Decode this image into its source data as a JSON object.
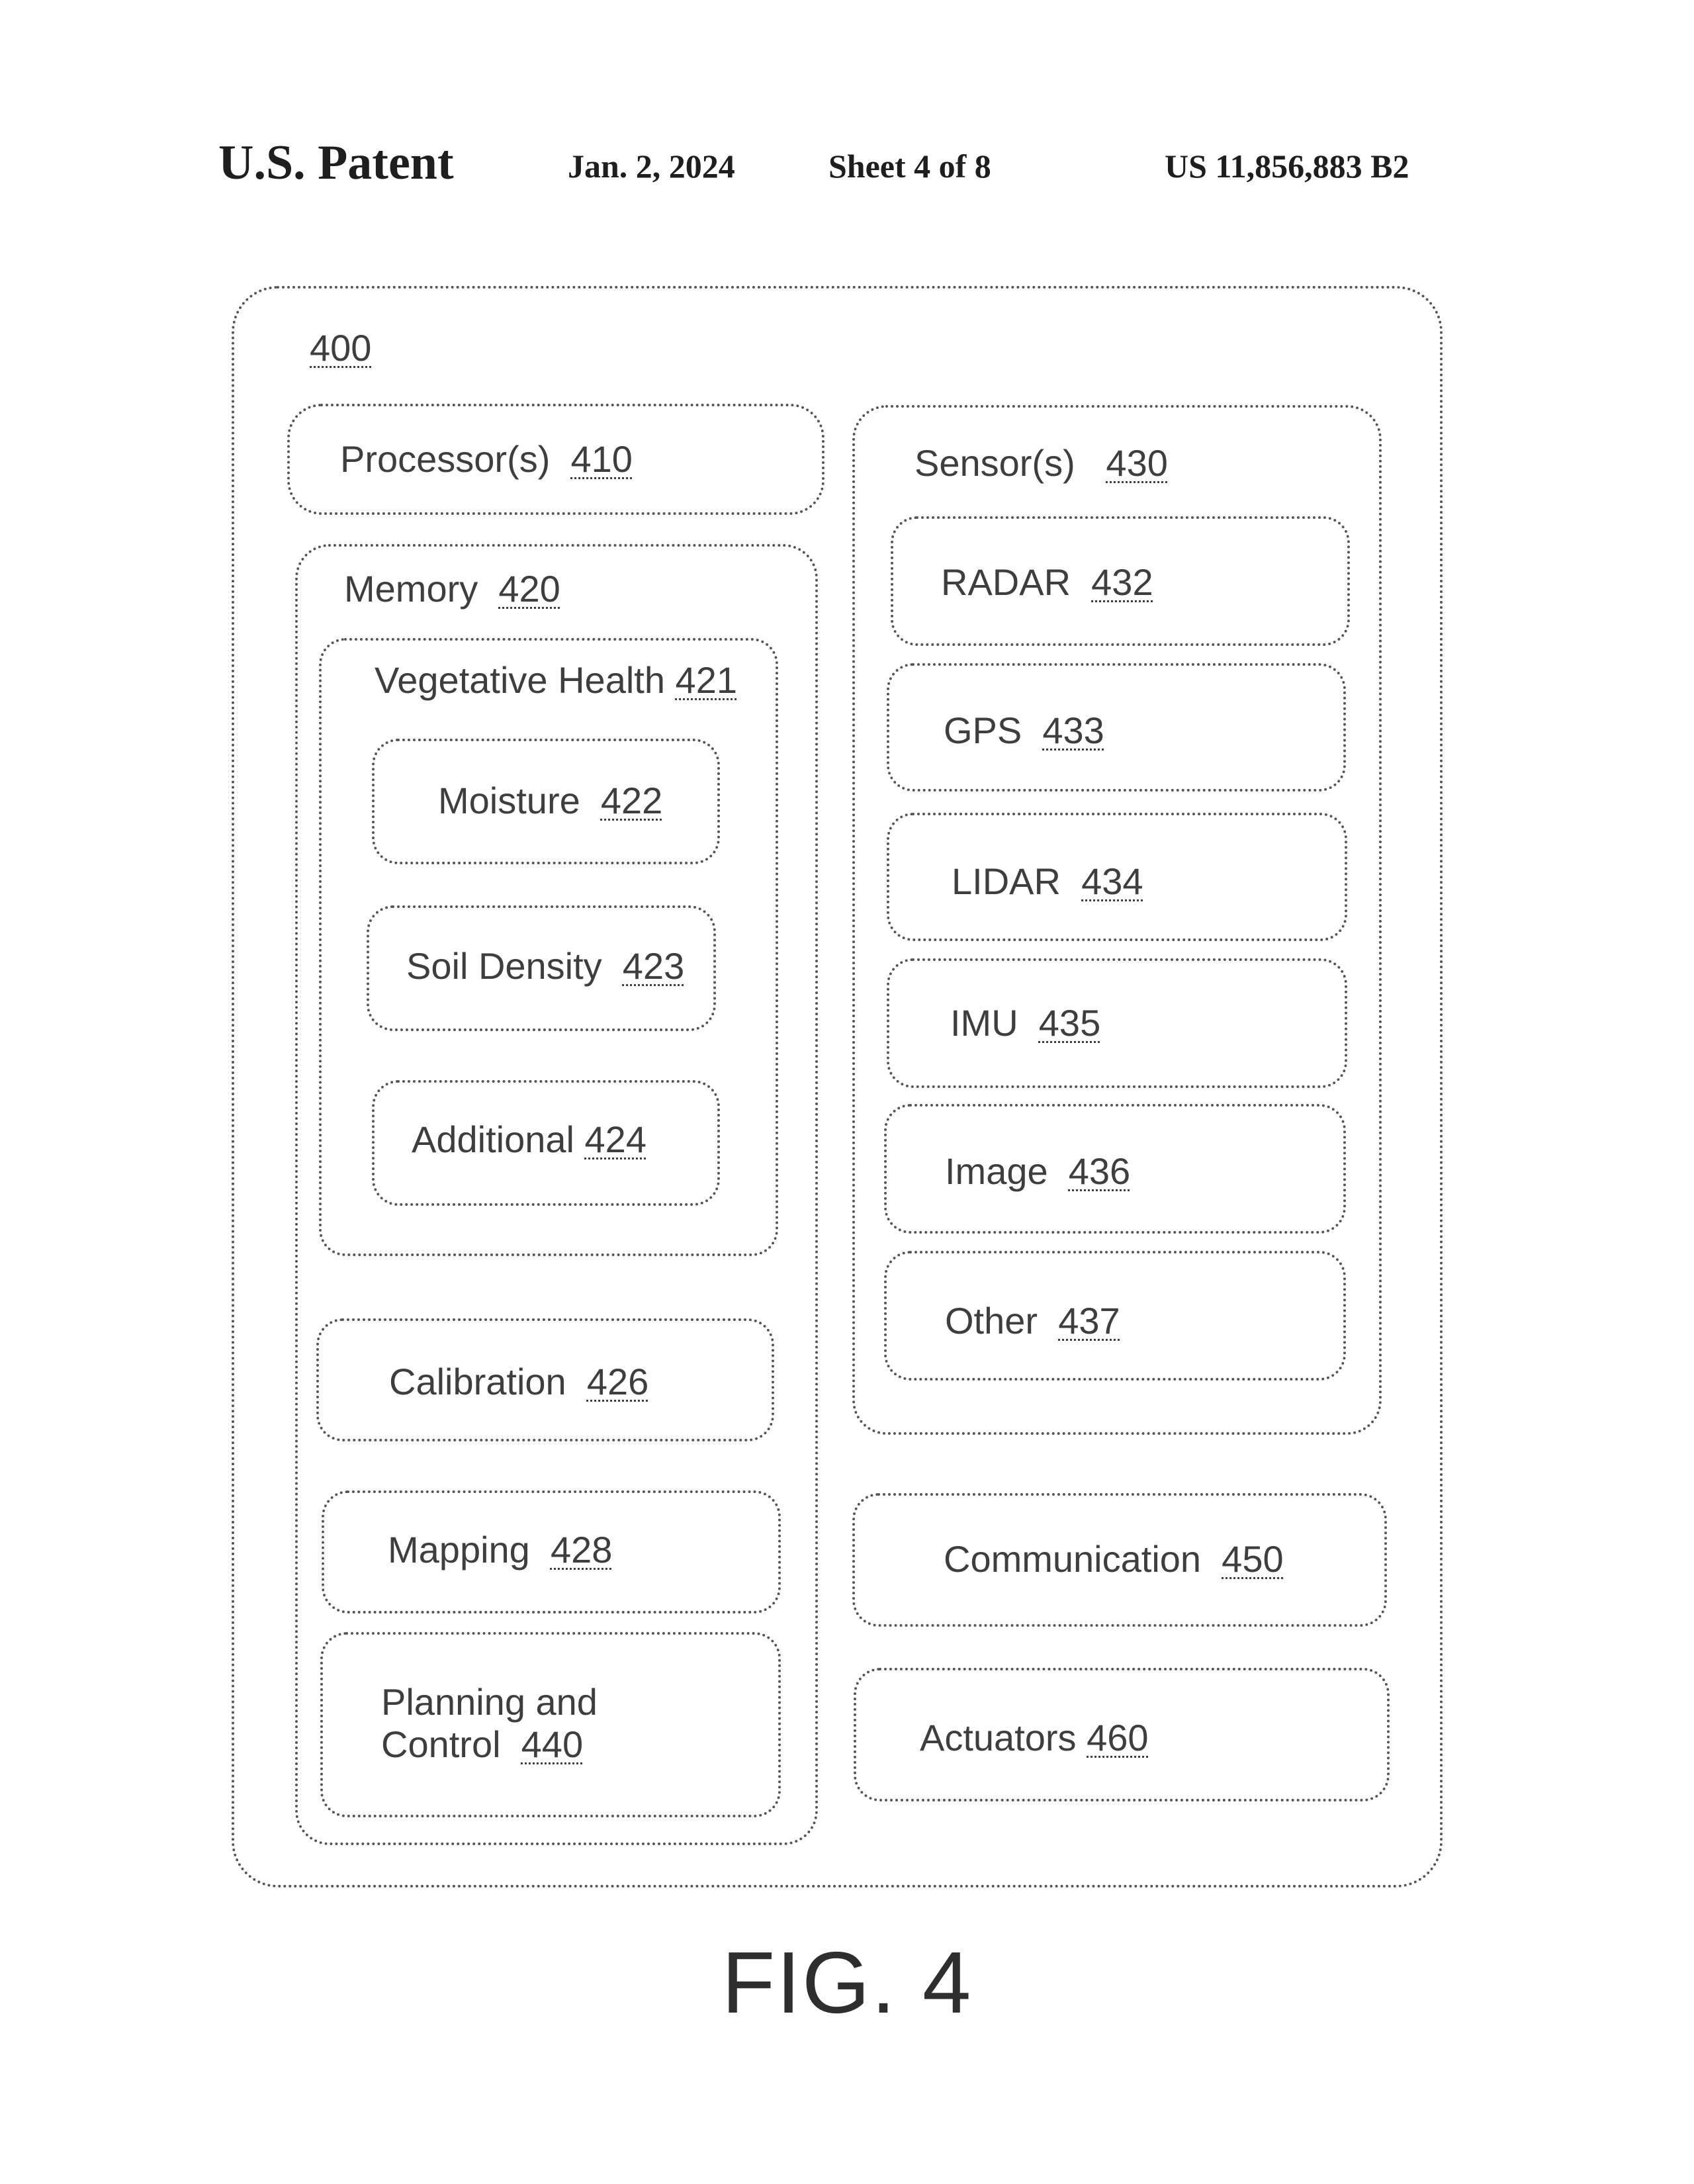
{
  "header": {
    "left": "U.S. Patent",
    "date": "Jan. 2, 2024",
    "sheet": "Sheet 4 of 8",
    "number": "US 11,856,883 B2"
  },
  "diagram": {
    "outer_ref": "400",
    "processor": {
      "label": "Processor(s)",
      "ref": "410"
    },
    "memory": {
      "label": "Memory",
      "ref": "420",
      "vegetative": {
        "label": "Vegetative Health",
        "ref": "421",
        "items": [
          {
            "label": "Moisture",
            "ref": "422"
          },
          {
            "label": "Soil Density",
            "ref": "423"
          },
          {
            "label": "Additional",
            "ref": "424"
          }
        ]
      },
      "calibration": {
        "label": "Calibration",
        "ref": "426"
      },
      "mapping": {
        "label": "Mapping",
        "ref": "428"
      },
      "planning": {
        "label": "Planning and\nControl",
        "ref": "440"
      }
    },
    "sensors": {
      "label": "Sensor(s)",
      "ref": "430",
      "items": [
        {
          "label": "RADAR",
          "ref": "432"
        },
        {
          "label": "GPS",
          "ref": "433"
        },
        {
          "label": "LIDAR",
          "ref": "434"
        },
        {
          "label": "IMU",
          "ref": "435"
        },
        {
          "label": "Image",
          "ref": "436"
        },
        {
          "label": "Other",
          "ref": "437"
        }
      ]
    },
    "communication": {
      "label": "Communication",
      "ref": "450"
    },
    "actuators": {
      "label": "Actuators",
      "ref": "460"
    }
  },
  "figure_label": "FIG. 4"
}
